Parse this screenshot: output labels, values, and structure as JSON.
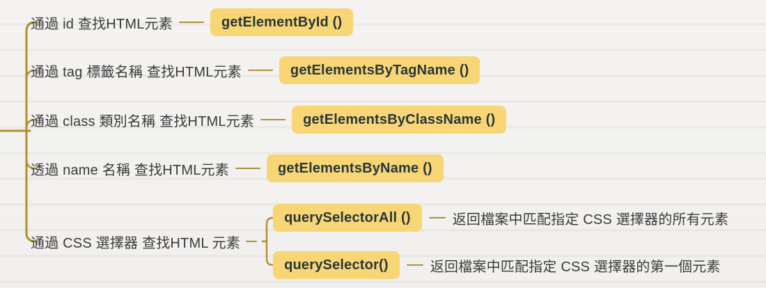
{
  "diagram": {
    "type": "mindmap",
    "topic": "finding HTML elements (DOM methods)",
    "colors": {
      "background": "#f2f1ef",
      "connector_line": "#b0902c",
      "node_fill": "#f8d675",
      "node_text": "#27363b",
      "label_text": "#3a3a3a"
    },
    "branches": [
      {
        "label": "通過 id 查找HTML元素",
        "node": "getElementById ()"
      },
      {
        "label": "通過 tag 標籤名稱 查找HTML元素",
        "node": "getElementsByTagName ()"
      },
      {
        "label": "通過 class 類別名稱 查找HTML元素",
        "node": "getElementsByClassName ()"
      },
      {
        "label": "透過 name 名稱 查找HTML元素",
        "node": "getElementsByName ()"
      },
      {
        "label": "通過 CSS 選擇器 查找HTML 元素",
        "children": [
          {
            "node": "querySelectorAll ()",
            "description": "返回檔案中匹配指定 CSS 選擇器的所有元素"
          },
          {
            "node": "querySelector()",
            "description": "返回檔案中匹配指定 CSS 選擇器的第一個元素"
          }
        ]
      }
    ]
  }
}
